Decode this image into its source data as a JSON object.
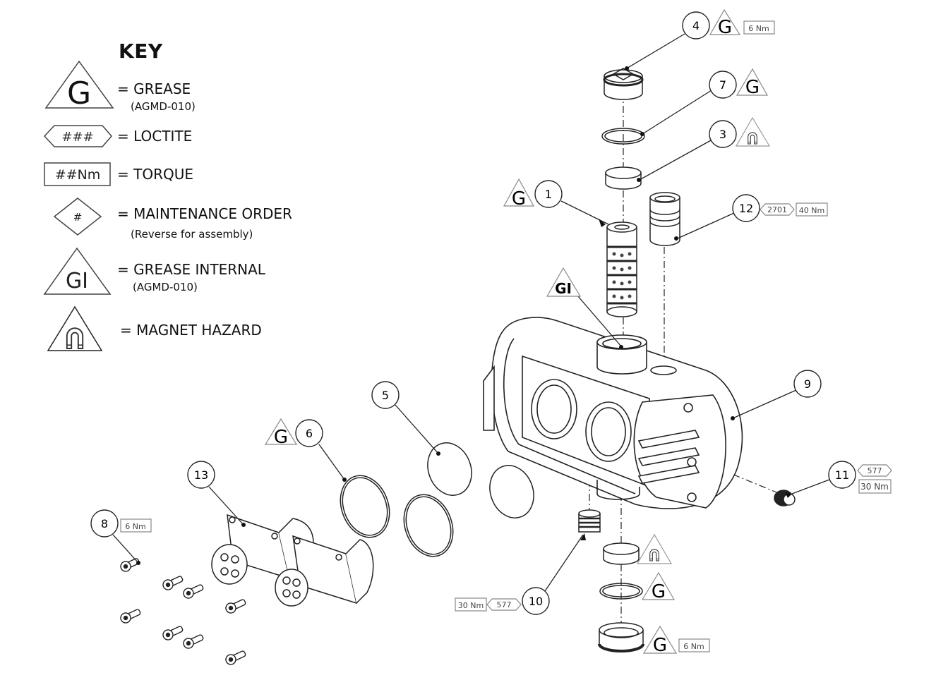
{
  "key": {
    "title": "KEY",
    "items": [
      {
        "symbol": "G",
        "symbol_type": "triangle-grease",
        "label": "= GREASE",
        "sub": "(AGMD-010)"
      },
      {
        "symbol": "###",
        "symbol_type": "hexagon-loctite",
        "label": "= LOCTITE",
        "sub": ""
      },
      {
        "symbol": "##Nm",
        "symbol_type": "rectangle-torque",
        "label": "= TORQUE",
        "sub": ""
      },
      {
        "symbol": "#",
        "symbol_type": "diamond-maintenance",
        "label": "= MAINTENANCE ORDER",
        "sub": "(Reverse for assembly)"
      },
      {
        "symbol": "GI",
        "symbol_type": "triangle-grease-internal",
        "label": "= GREASE INTERNAL",
        "sub": "(AGMD-010)"
      },
      {
        "symbol": "magnet",
        "symbol_type": "triangle-magnet",
        "label": "=  MAGNET HAZARD",
        "sub": ""
      }
    ]
  },
  "callouts": [
    {
      "id": "1",
      "grease": "G",
      "loctite": "",
      "torque": ""
    },
    {
      "id": "3",
      "magnet": true,
      "loctite": "",
      "torque": ""
    },
    {
      "id": "4",
      "grease": "G",
      "loctite": "",
      "torque": "6 Nm"
    },
    {
      "id": "5",
      "loctite": "",
      "torque": ""
    },
    {
      "id": "6",
      "grease": "G",
      "loctite": "",
      "torque": ""
    },
    {
      "id": "7",
      "grease": "G",
      "loctite": "",
      "torque": ""
    },
    {
      "id": "8",
      "loctite": "",
      "torque": "6 Nm"
    },
    {
      "id": "9",
      "loctite": "",
      "torque": ""
    },
    {
      "id": "10",
      "loctite": "577",
      "torque": "30 Nm"
    },
    {
      "id": "11",
      "loctite": "577",
      "torque": "30 Nm"
    },
    {
      "id": "12",
      "loctite": "2701",
      "torque": "40 Nm"
    },
    {
      "id": "13",
      "loctite": "",
      "torque": ""
    }
  ],
  "annotations": {
    "gi_label": "GI",
    "g_label": "G",
    "bottom_torque": "6 Nm"
  }
}
